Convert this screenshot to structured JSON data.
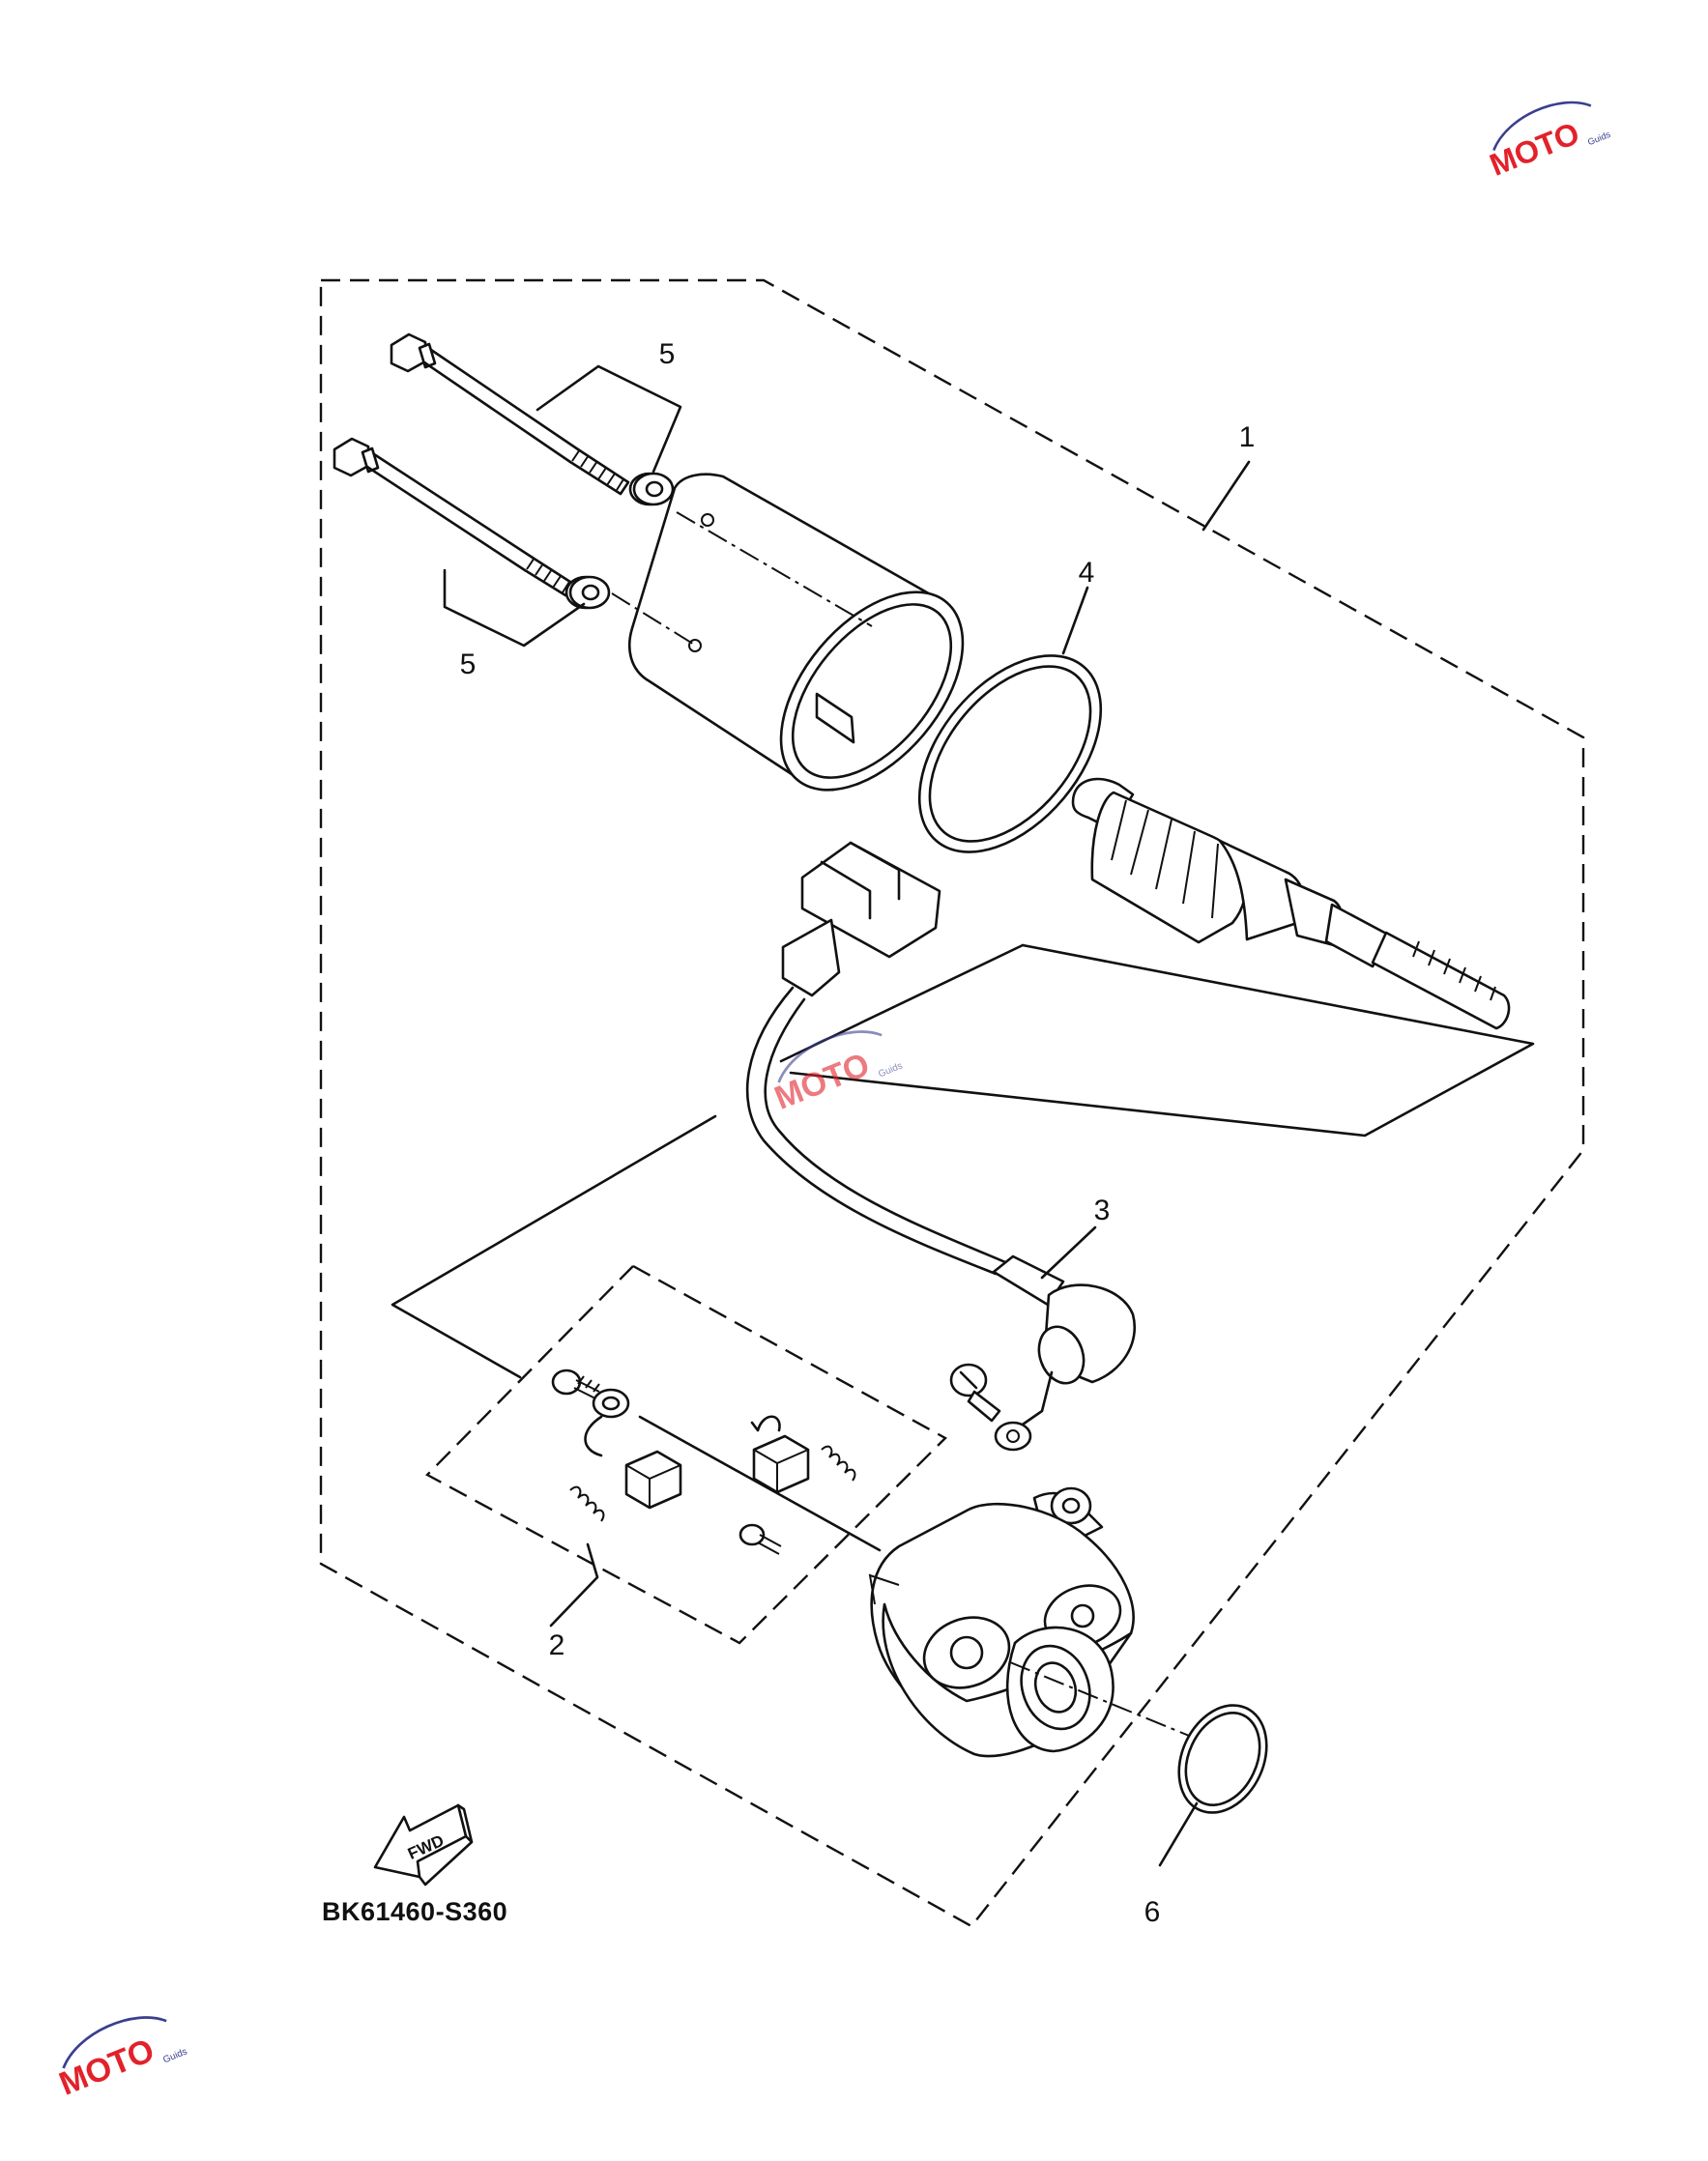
{
  "diagram": {
    "callouts": [
      {
        "id": "c1",
        "text": "1"
      },
      {
        "id": "c2",
        "text": "2"
      },
      {
        "id": "c3",
        "text": "3"
      },
      {
        "id": "c4",
        "text": "4"
      },
      {
        "id": "c5a",
        "text": "5"
      },
      {
        "id": "c5b",
        "text": "5"
      },
      {
        "id": "c6",
        "text": "6"
      }
    ],
    "fwd_label": "FWD",
    "drawing_code": "BK61460-S360"
  },
  "watermark": {
    "brand": "MOTO",
    "sub": "Guids",
    "colors": {
      "brand_red": "#e2222b",
      "brand_blue": "#3a3f8f"
    }
  }
}
